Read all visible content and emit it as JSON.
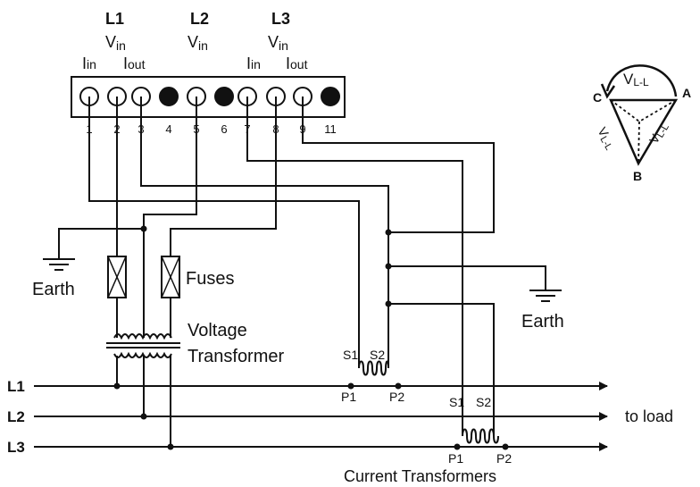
{
  "terminal_block": {
    "phase_labels": [
      "L1",
      "L2",
      "L3"
    ],
    "vin_label": "V",
    "vin_sub": "in",
    "current_label": "I",
    "current_in_sub": "in",
    "current_out_sub": "out",
    "terminal_numbers": [
      "1",
      "2",
      "3",
      "4",
      "5",
      "6",
      "7",
      "8",
      "9",
      "11"
    ]
  },
  "labels": {
    "earth_left": "Earth",
    "earth_right": "Earth",
    "fuses": "Fuses",
    "vt_line1": "Voltage",
    "vt_line2": "Transformer",
    "ct_caption": "Current Transformers",
    "to_load": "to load",
    "lines": [
      "L1",
      "L2",
      "L3"
    ],
    "ct1": {
      "s1": "S1",
      "s2": "S2",
      "p1": "P1",
      "p2": "P2"
    },
    "ct2": {
      "s1": "S1",
      "s2": "S2",
      "p1": "P1",
      "p2": "P2"
    }
  },
  "delta": {
    "vertices": [
      "A",
      "B",
      "C"
    ],
    "v_label": "V",
    "v_sub": "L-L"
  }
}
